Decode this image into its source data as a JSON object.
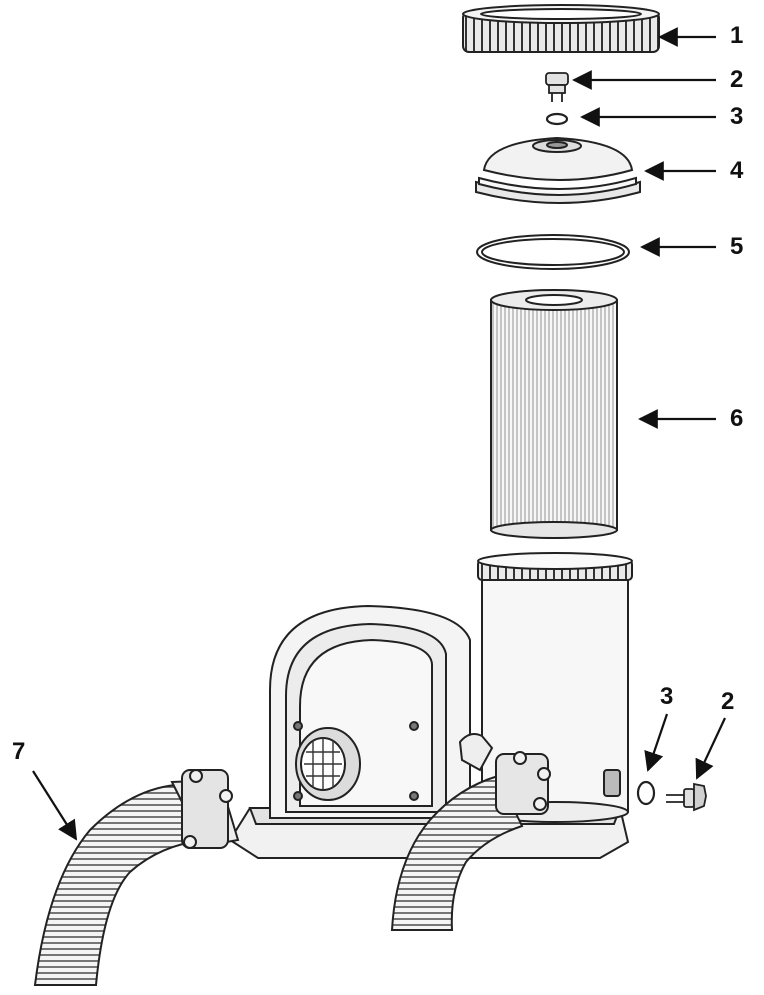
{
  "diagram": {
    "callouts": [
      {
        "key": "c1",
        "label": "1",
        "part": "cartridge-cap-ring"
      },
      {
        "key": "c2",
        "label": "2",
        "part": "air-release-valve"
      },
      {
        "key": "c3",
        "label": "3",
        "part": "o-ring-small"
      },
      {
        "key": "c4",
        "label": "4",
        "part": "housing-lid"
      },
      {
        "key": "c5",
        "label": "5",
        "part": "housing-o-ring"
      },
      {
        "key": "c6",
        "label": "6",
        "part": "filter-cartridge"
      },
      {
        "key": "c3b",
        "label": "3",
        "part": "drain-plug-o-ring"
      },
      {
        "key": "c2b",
        "label": "2",
        "part": "drain-plug"
      },
      {
        "key": "c7",
        "label": "7",
        "part": "hose"
      }
    ],
    "colors": {
      "ink": "#111111",
      "part_fill": "#f4f4f4",
      "part_shade": "#d9d9d9",
      "line": "#333333"
    }
  }
}
